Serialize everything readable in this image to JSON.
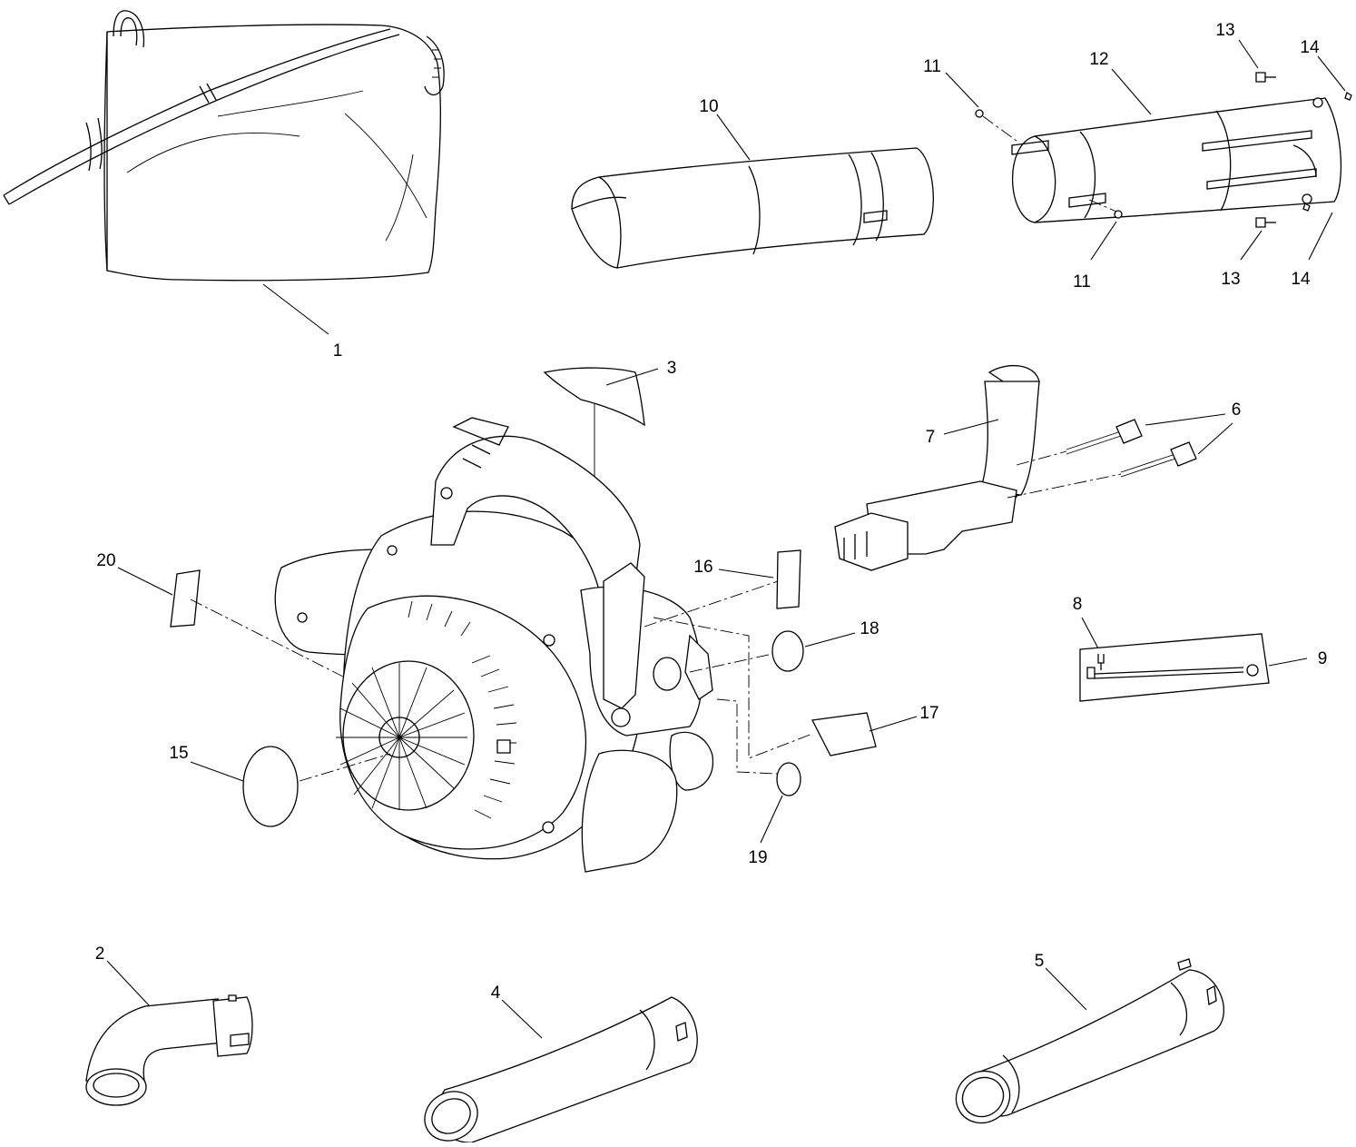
{
  "diagram": {
    "callouts": [
      {
        "id": "c1",
        "label": "1"
      },
      {
        "id": "c2",
        "label": "2"
      },
      {
        "id": "c3",
        "label": "3"
      },
      {
        "id": "c4",
        "label": "4"
      },
      {
        "id": "c5",
        "label": "5"
      },
      {
        "id": "c6",
        "label": "6"
      },
      {
        "id": "c7",
        "label": "7"
      },
      {
        "id": "c8",
        "label": "8"
      },
      {
        "id": "c9",
        "label": "9"
      },
      {
        "id": "c10",
        "label": "10"
      },
      {
        "id": "c11a",
        "label": "11"
      },
      {
        "id": "c11b",
        "label": "11"
      },
      {
        "id": "c12",
        "label": "12"
      },
      {
        "id": "c13a",
        "label": "13"
      },
      {
        "id": "c13b",
        "label": "13"
      },
      {
        "id": "c14a",
        "label": "14"
      },
      {
        "id": "c14b",
        "label": "14"
      },
      {
        "id": "c15",
        "label": "15"
      },
      {
        "id": "c16",
        "label": "16"
      },
      {
        "id": "c17",
        "label": "17"
      },
      {
        "id": "c18",
        "label": "18"
      },
      {
        "id": "c19",
        "label": "19"
      },
      {
        "id": "c20",
        "label": "20"
      }
    ]
  }
}
